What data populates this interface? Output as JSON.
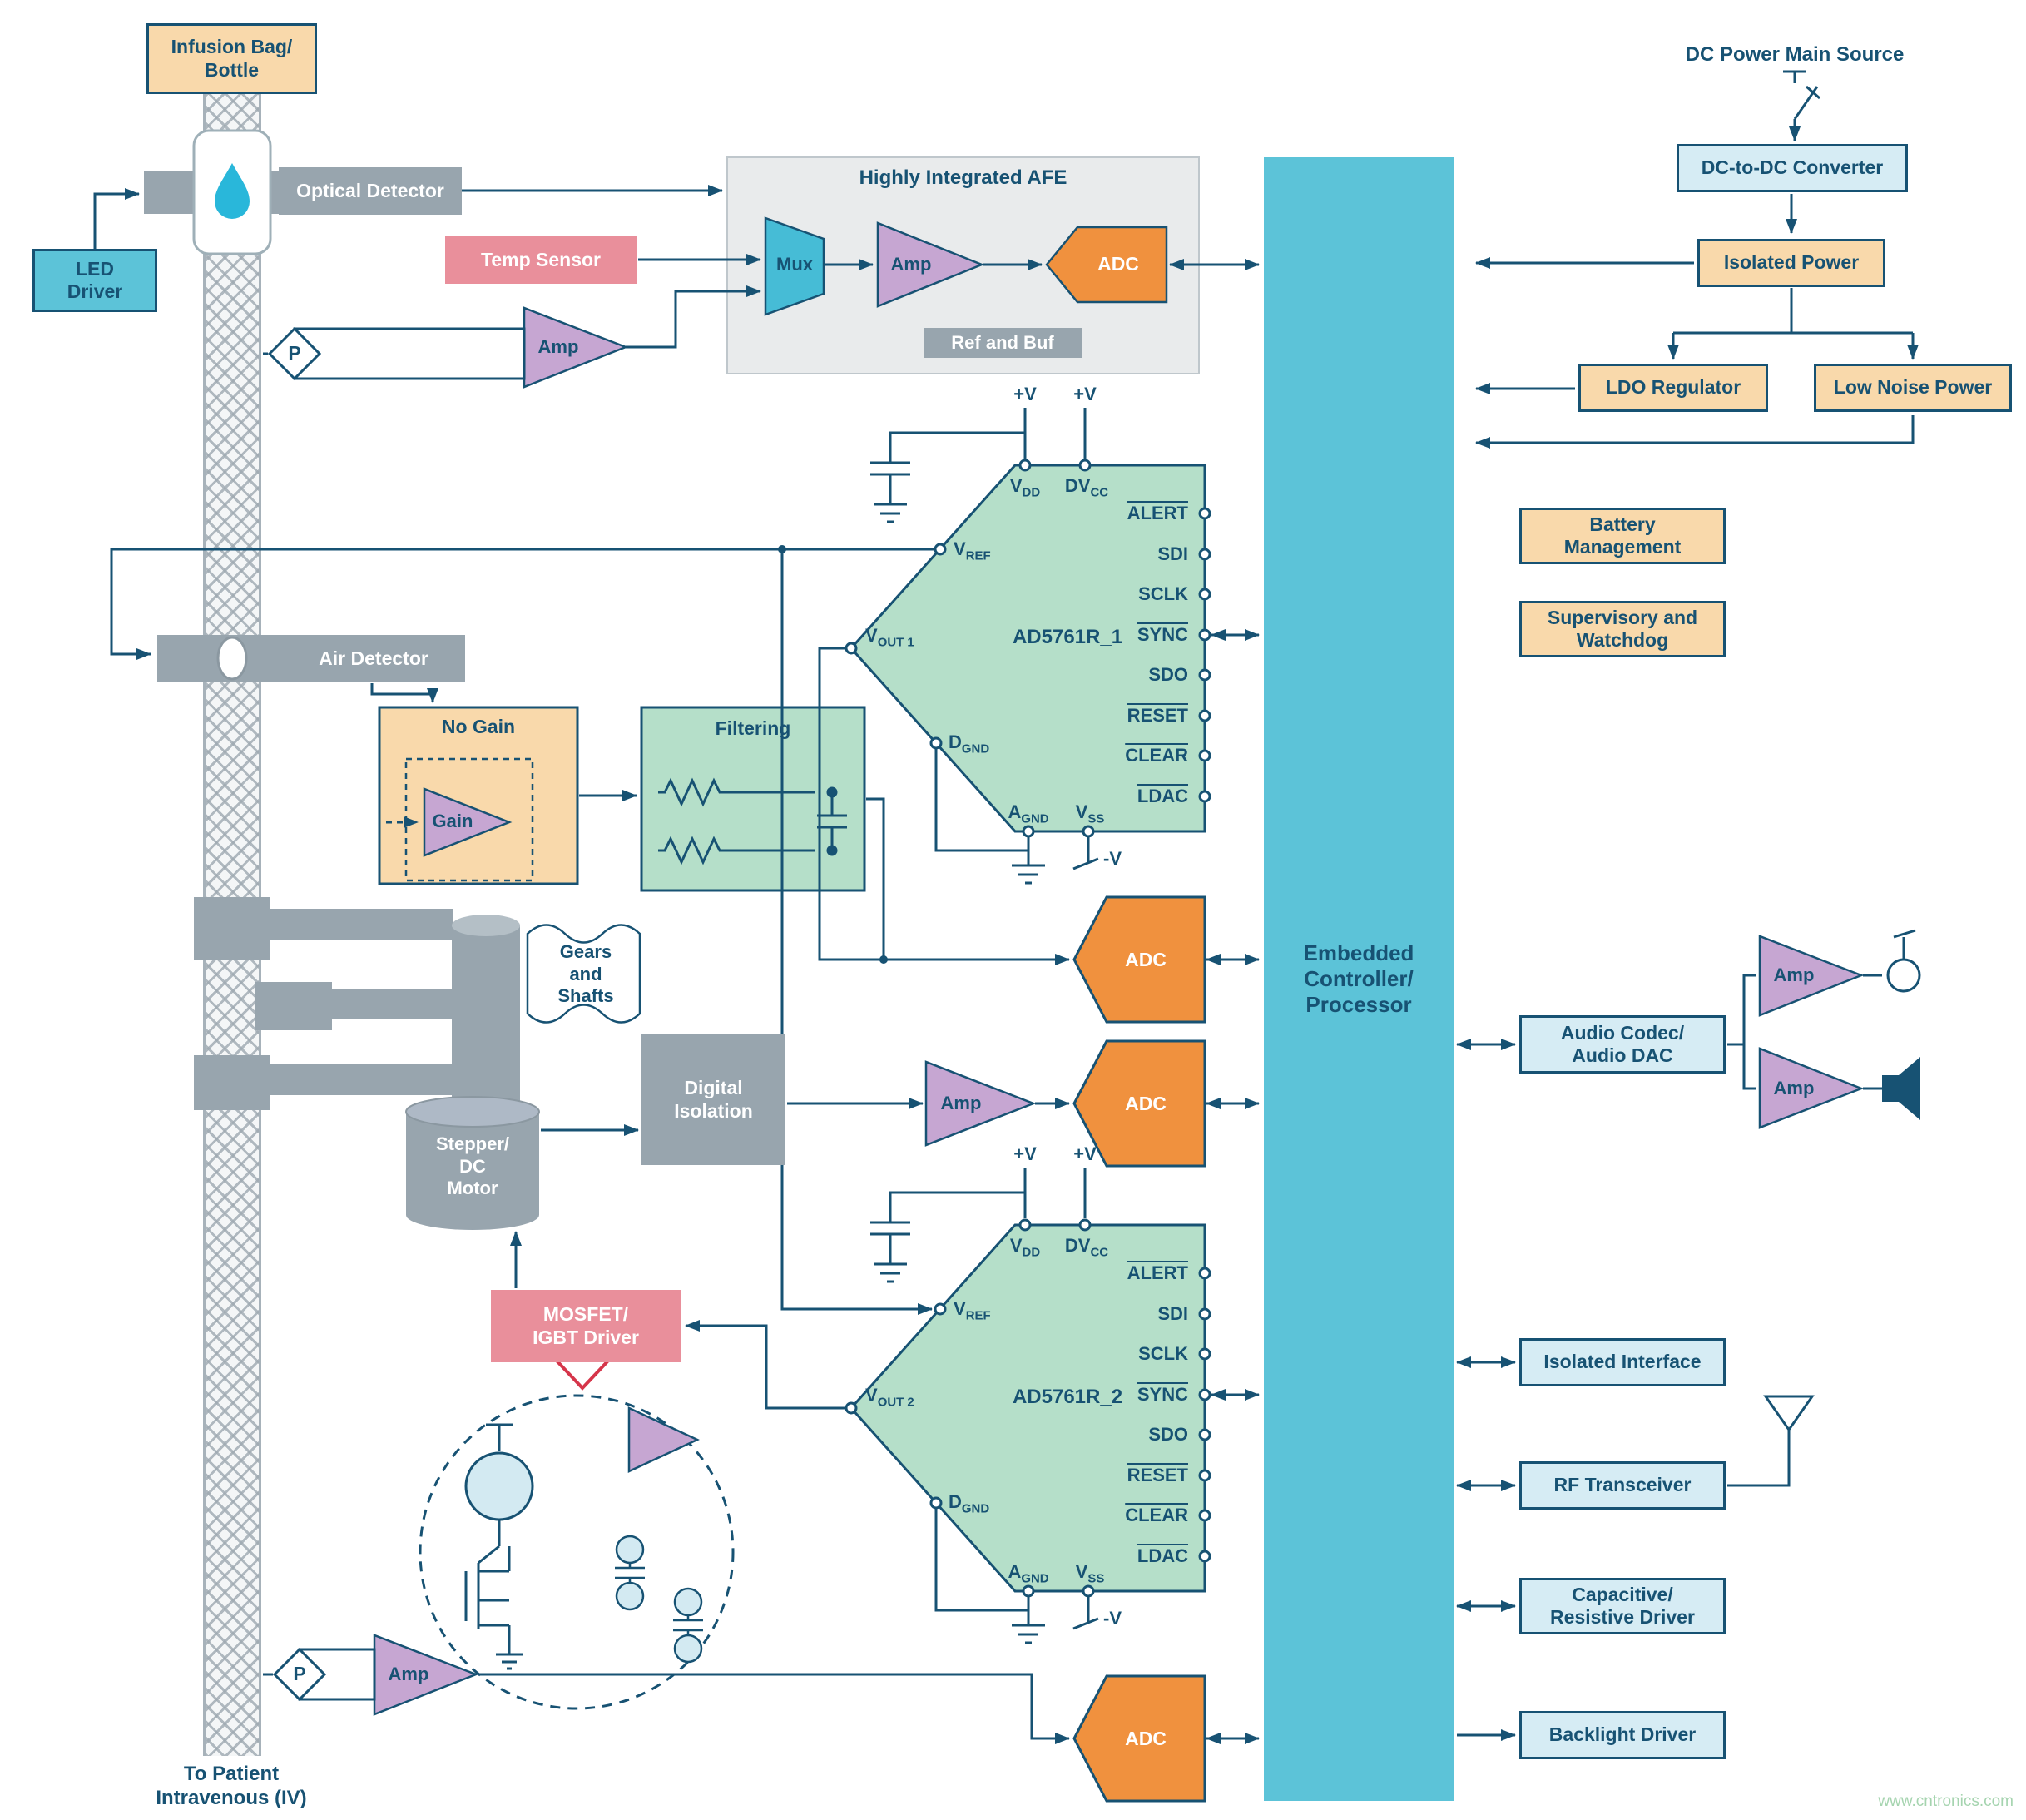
{
  "page": {
    "watermark": "www.cntronics.com"
  },
  "colors": {
    "accent_navy": "#175273",
    "teal": "#5cc3d8",
    "orange_adc": "#f0913e",
    "green_dac": "#b5dfc9",
    "tan": "#f9d9ab",
    "purple_amp": "#c6a6d2",
    "pink": "#e98f9b",
    "gray": "#98a5ae",
    "light_blue": "#d6ecf4"
  },
  "iv": {
    "infusion_bag": "Infusion Bag/\nBottle",
    "to_patient": "To Patient\nIntravenous (IV)"
  },
  "sensors": {
    "led_driver": "LED\nDriver",
    "optical_detector": "Optical Detector",
    "temp_sensor": "Temp Sensor",
    "air_detector": "Air Detector",
    "pressure": "P"
  },
  "afe": {
    "title": "Highly Integrated AFE",
    "mux": "Mux",
    "ref_buf": "Ref and Buf"
  },
  "gain_block": {
    "title": "No Gain",
    "amp": "Gain"
  },
  "filtering": {
    "title": "Filtering"
  },
  "amp_label": "Amp",
  "adc_label": "ADC",
  "dac1": {
    "name": "AD5761R_1"
  },
  "dac2": {
    "name": "AD5761R_2"
  },
  "dac_pins": {
    "alert": "ALERT",
    "sdi": "SDI",
    "sclk": "SCLK",
    "sync": "SYNC",
    "sdo": "SDO",
    "reset": "RESET",
    "clear": "CLEAR",
    "ldac": "LDAC",
    "vdd": {
      "base": "V",
      "sub": "DD"
    },
    "dvcc": {
      "base": "DV",
      "sub": "CC"
    },
    "vref": {
      "base": "V",
      "sub": "REF"
    },
    "vout1": {
      "base": "V",
      "sub": "OUT 1"
    },
    "vout2": {
      "base": "V",
      "sub": "OUT 2"
    },
    "dgnd": {
      "base": "D",
      "sub": "GND"
    },
    "agnd": {
      "base": "A",
      "sub": "GND"
    },
    "vss": {
      "base": "V",
      "sub": "SS"
    },
    "plus_v": "+V",
    "minus_v": "-V"
  },
  "motor": {
    "gears_shafts": "Gears\nand\nShafts",
    "stepper": "Stepper/\nDC\nMotor",
    "digital_isolation": "Digital\nIsolation",
    "mosfet_driver": "MOSFET/\nIGBT Driver"
  },
  "controller": {
    "label": "Embedded\nController/\nProcessor"
  },
  "power": {
    "dc_main": "DC Power Main Source",
    "dc_dc": "DC-to-DC Converter",
    "isolated_power": "Isolated Power",
    "ldo": "LDO Regulator",
    "low_noise": "Low Noise Power",
    "battery": "Battery\nManagement",
    "supervisory": "Supervisory and\nWatchdog"
  },
  "peripherals": {
    "audio": "Audio Codec/\nAudio DAC",
    "isolated_interface": "Isolated Interface",
    "rf": "RF Transceiver",
    "cap_res": "Capacitive/\nResistive Driver",
    "backlight": "Backlight Driver"
  }
}
